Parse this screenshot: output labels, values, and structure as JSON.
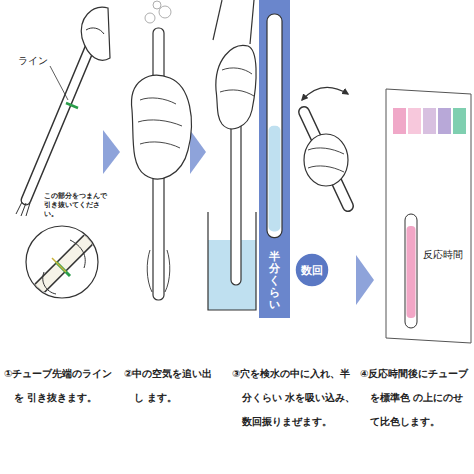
{
  "diagram": {
    "nodes": [
      {
        "text": [
          "半分くらい"
        ]
      },
      {
        "text": [
          "数回"
        ]
      },
      {
        "text": [
          "反応時間"
        ]
      }
    ],
    "labels": [
      "ライン",
      "この部分をつまんで 引き抜いてください。",
      "①チューブ先端のラインを 引き抜きます。",
      "②中の空気を追い出し ます。",
      "③穴を検水の中に入れ、半分くらい 水を吸い込み、数回振りまぜます。",
      "④反応時間後にチューブを標準色 の上にのせて比色します。"
    ]
  }
}
